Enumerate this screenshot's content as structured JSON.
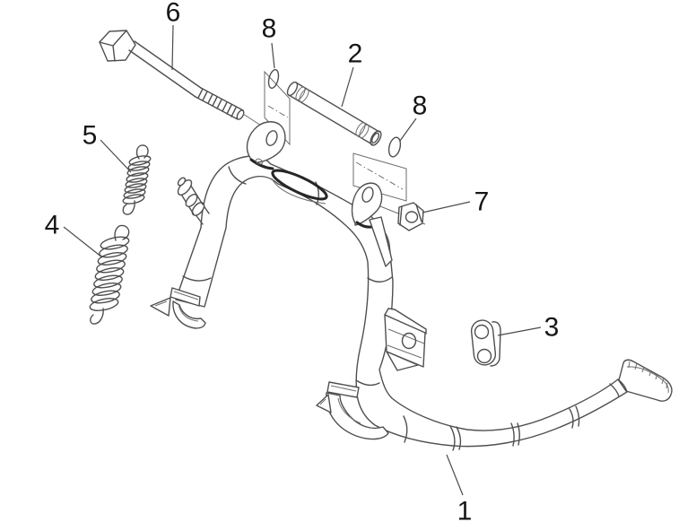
{
  "diagram": {
    "type": "exploded-parts-diagram",
    "subject": "scooter center stand assembly",
    "background_color": "#ffffff",
    "line_color": "#4f4f4f",
    "accent_line_color": "#262626",
    "label_color": "#161616",
    "parts": [
      {
        "number": "1",
        "name": "center-stand-frame"
      },
      {
        "number": "2",
        "name": "pivot-pin"
      },
      {
        "number": "3",
        "name": "buffer-pad"
      },
      {
        "number": "4",
        "name": "stand-spring-large"
      },
      {
        "number": "5",
        "name": "stand-spring-small"
      },
      {
        "number": "6",
        "name": "hex-bolt"
      },
      {
        "number": "7",
        "name": "hex-nut"
      },
      {
        "number": "8",
        "name": "o-ring"
      }
    ],
    "callouts": [
      {
        "number": "6",
        "part": "hex-bolt"
      },
      {
        "number": "8",
        "part": "o-ring-front"
      },
      {
        "number": "2",
        "part": "pivot-pin"
      },
      {
        "number": "8",
        "part": "o-ring-rear"
      },
      {
        "number": "5",
        "part": "stand-spring-small"
      },
      {
        "number": "4",
        "part": "stand-spring-large"
      },
      {
        "number": "7",
        "part": "hex-nut"
      },
      {
        "number": "3",
        "part": "buffer-pad"
      },
      {
        "number": "1",
        "part": "center-stand-frame"
      }
    ]
  }
}
